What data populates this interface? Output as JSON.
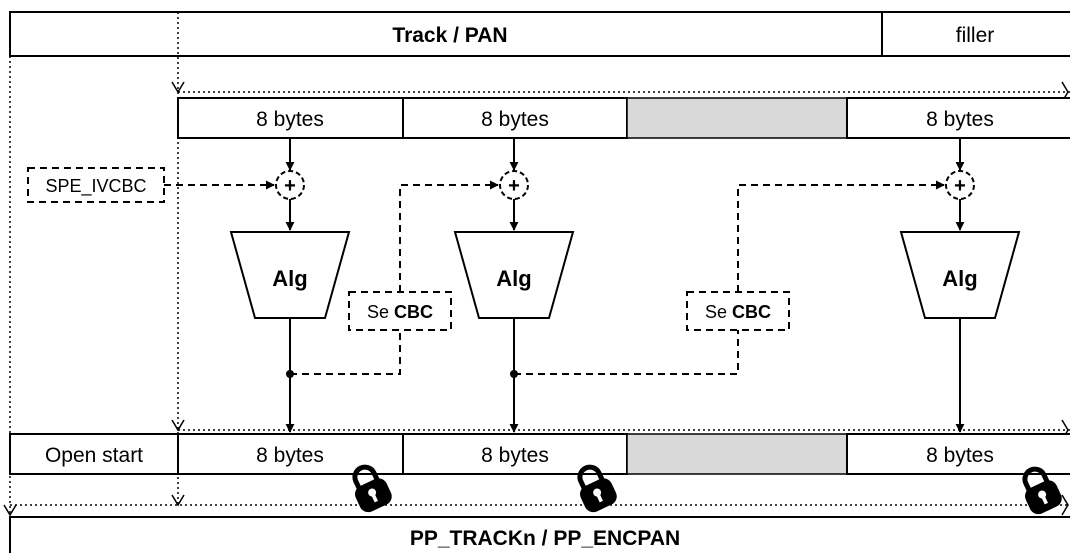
{
  "header": {
    "track_pan": "Track / PAN",
    "filler": "filler"
  },
  "blocks": {
    "input_1": "8 bytes",
    "input_2": "8 bytes",
    "input_3": "8 bytes",
    "output_1": "8 bytes",
    "output_2": "8 bytes",
    "output_3": "8 bytes"
  },
  "open_start": "Open start",
  "iv": "SPE_IVCBC",
  "xor_symbol": "+",
  "alg": "Alg",
  "se_cbc": {
    "prefix": "Se ",
    "bold": "CBC"
  },
  "footer": "PP_TRACKn / PP_ENCPAN"
}
